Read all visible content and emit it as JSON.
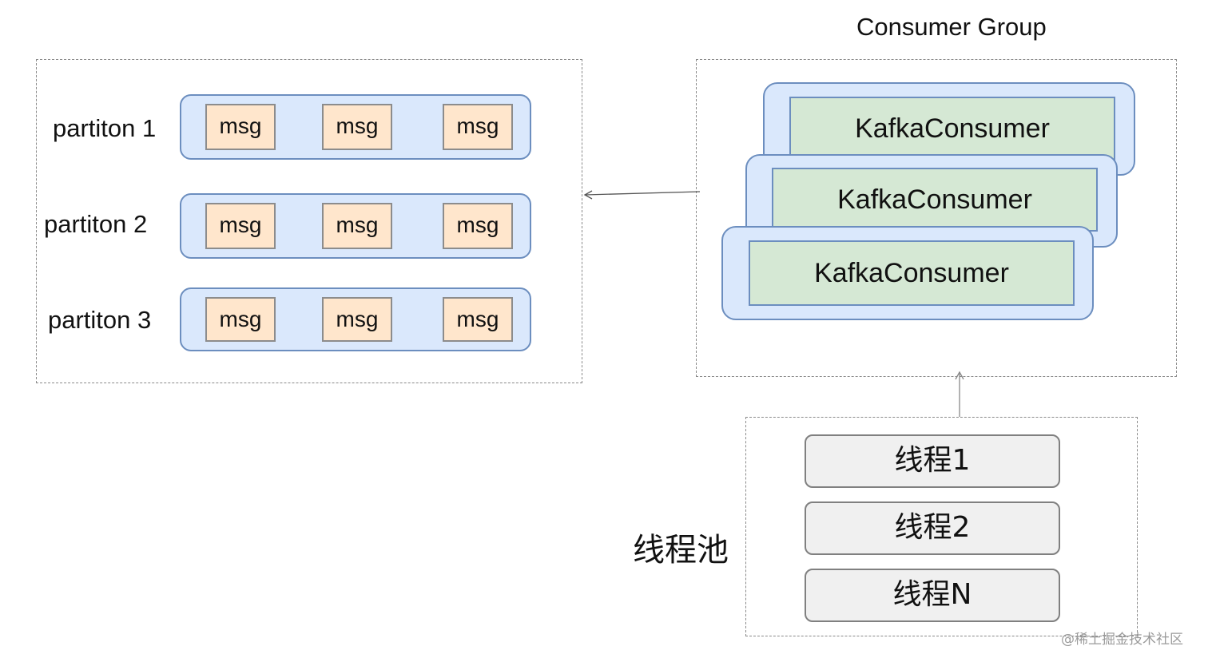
{
  "topic": {
    "partitions": [
      {
        "label": "partiton 1",
        "messages": [
          "msg",
          "msg",
          "msg"
        ]
      },
      {
        "label": "partiton 2",
        "messages": [
          "msg",
          "msg",
          "msg"
        ]
      },
      {
        "label": "partiton 3",
        "messages": [
          "msg",
          "msg",
          "msg"
        ]
      }
    ]
  },
  "consumer_group": {
    "title": "Consumer Group",
    "consumers": [
      "KafkaConsumer",
      "KafkaConsumer",
      "KafkaConsumer"
    ]
  },
  "thread_pool": {
    "label": "线程池",
    "threads": [
      "线程1",
      "线程2",
      "线程N"
    ]
  },
  "watermark": "@稀土掘金技术社区",
  "colors": {
    "track_fill": "#dae8fc",
    "track_border": "#6c8ebf",
    "msg_fill": "#ffe6cc",
    "consumer_fill": "#d5e8d4",
    "thread_fill": "#f0f0f0"
  }
}
